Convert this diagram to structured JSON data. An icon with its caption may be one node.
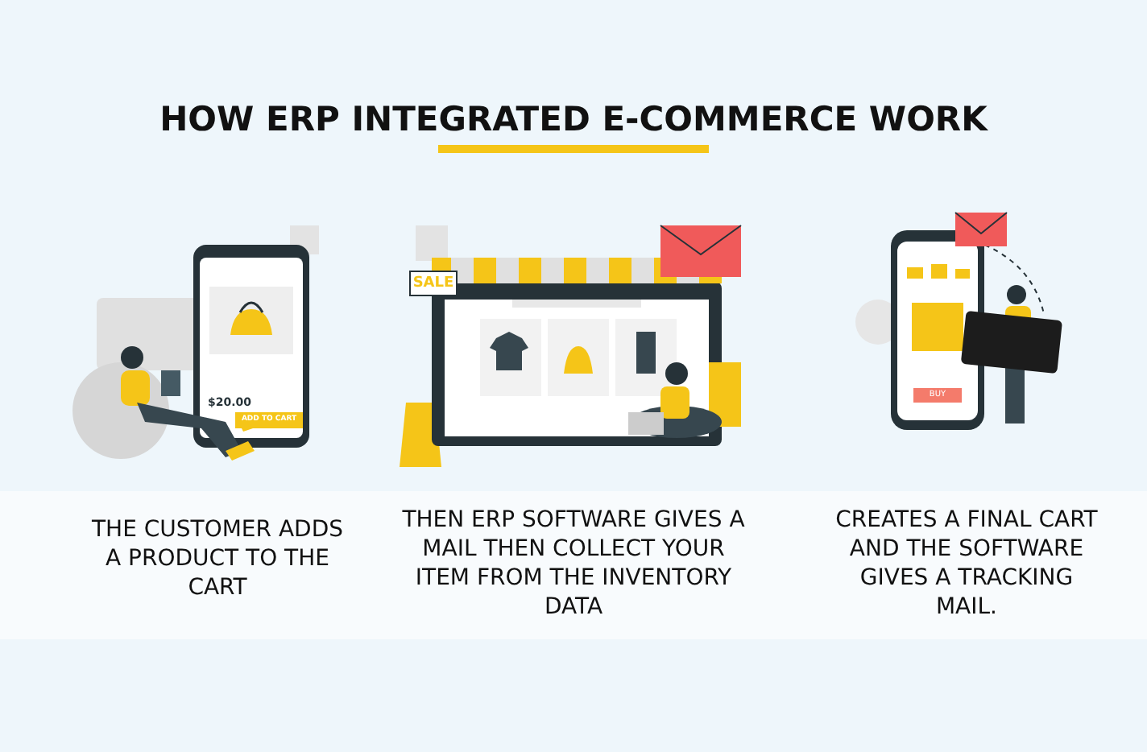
{
  "diagram": {
    "title": "HOW ERP INTEGRATED E-COMMERCE WORK",
    "labels": [
      "$20.00",
      "ADD TO CART",
      "SALE",
      "BUY",
      "THE CUSTOMER ADDS A PRODUCT TO THE CART",
      "THEN ERP SOFTWARE GIVES A MAIL THEN COLLECT YOUR ITEM FROM THE INVENTORY DATA",
      "CREATES A FINAL CART AND THE SOFTWARE GIVES A TRACKING MAIL."
    ]
  }
}
